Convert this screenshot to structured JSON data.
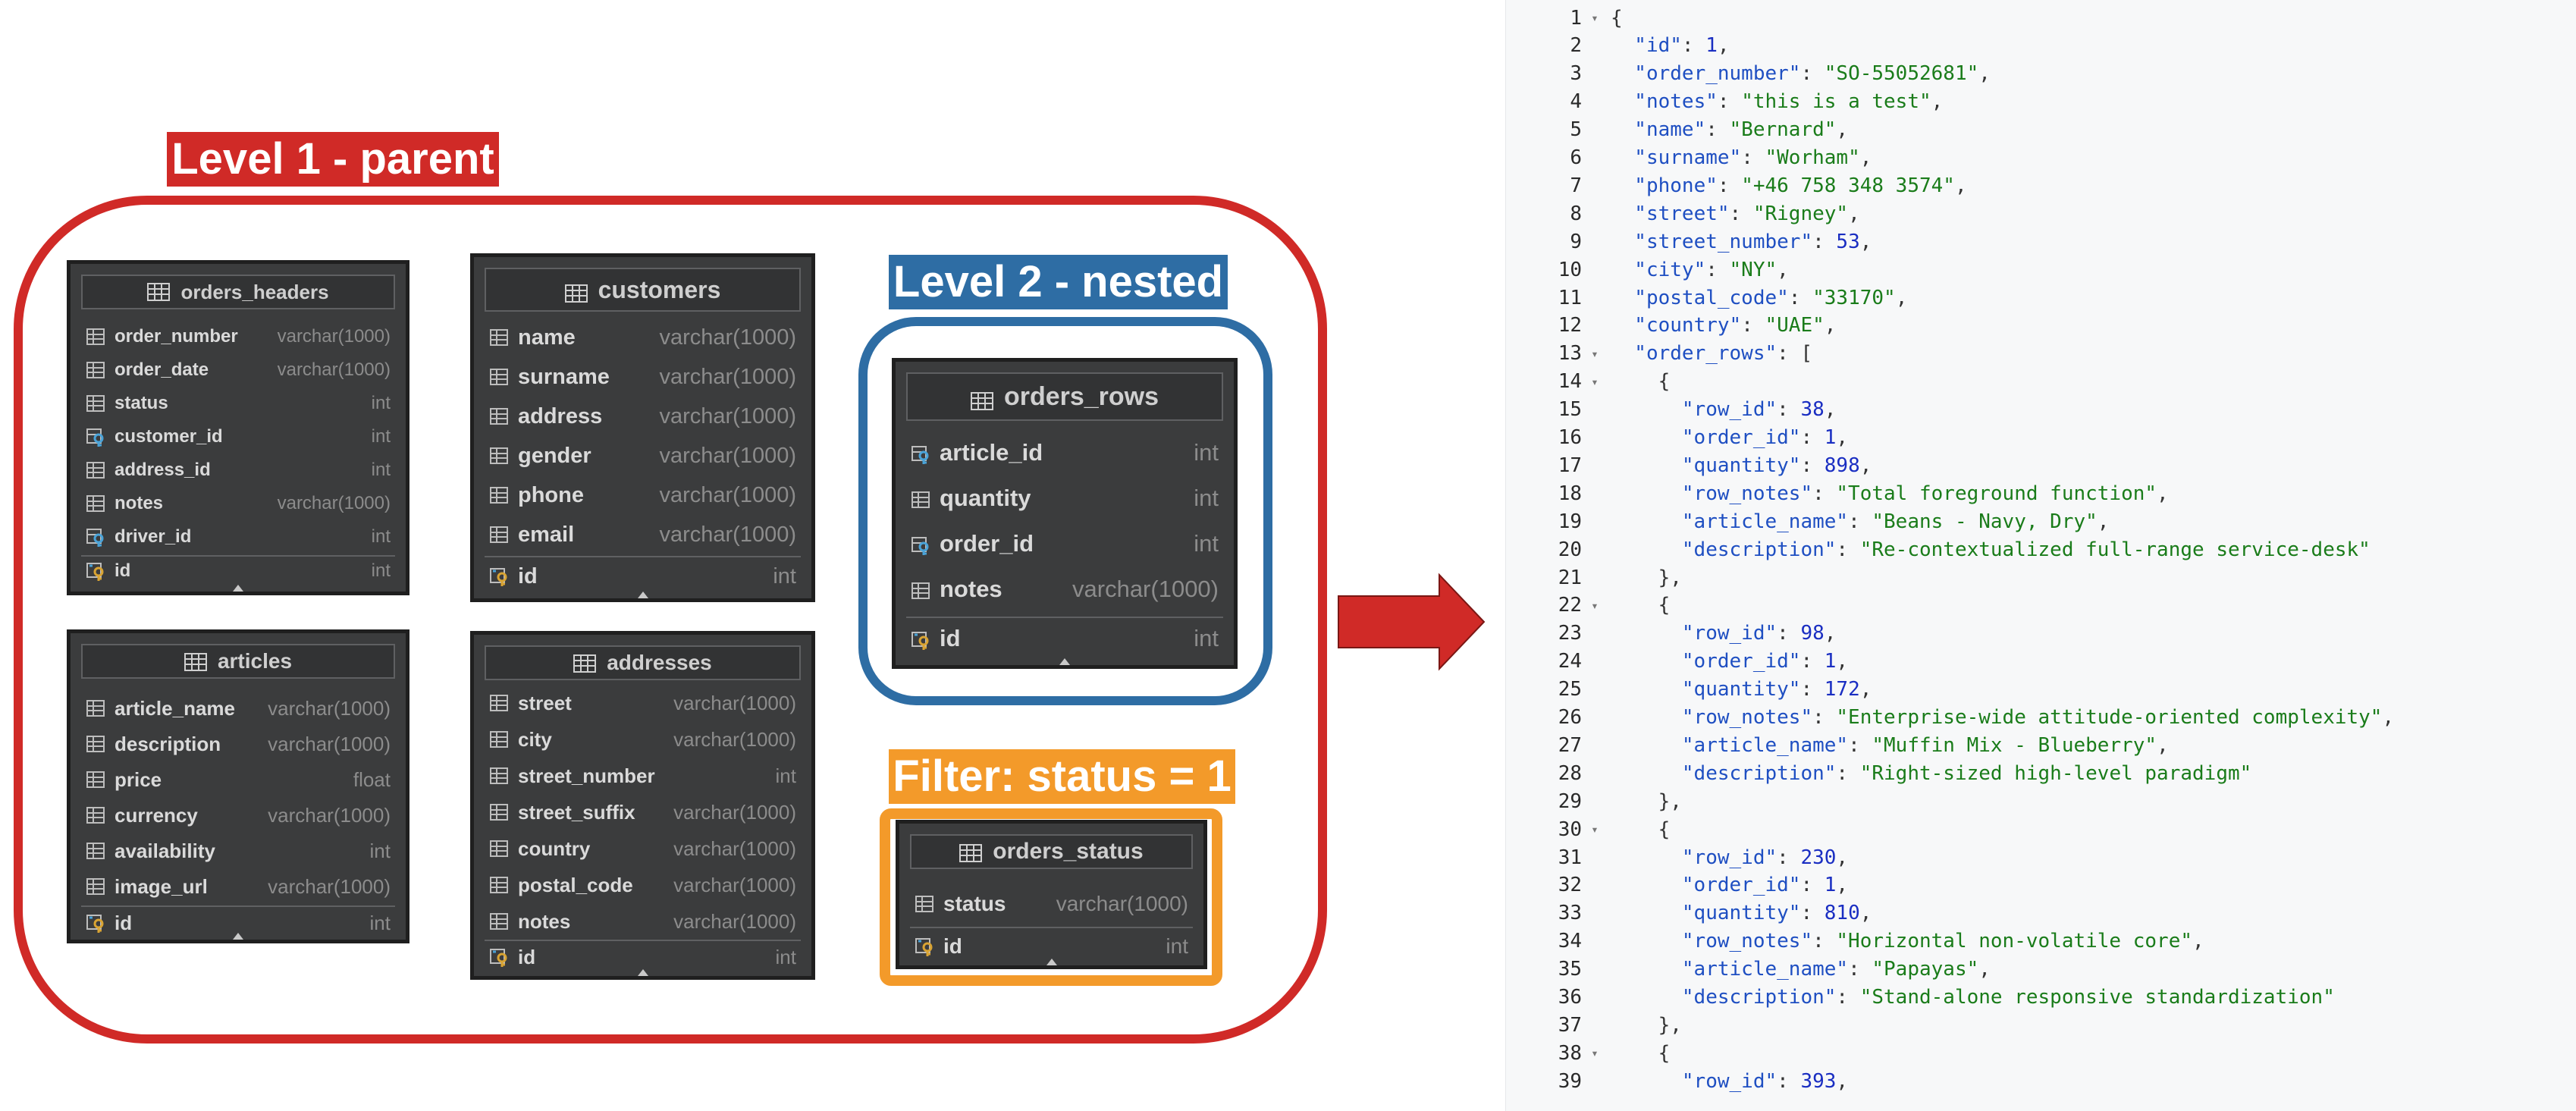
{
  "labels": {
    "level1": "Level 1 - parent",
    "level2": "Level 2 - nested",
    "filter": "Filter: status = 1"
  },
  "colors": {
    "red": "#d02a27",
    "blue": "#2e6da4",
    "orange": "#f39a2a",
    "table_bg": "#3b3c3d",
    "key_icon": "#4aa3d8",
    "key_icon_gold": "#d9a433"
  },
  "tables": [
    {
      "name": "orders_headers",
      "fields": [
        {
          "name": "order_number",
          "type": "varchar(1000)",
          "icon": "table-column-icon"
        },
        {
          "name": "order_date",
          "type": "varchar(1000)",
          "icon": "table-column-icon"
        },
        {
          "name": "status",
          "type": "int",
          "icon": "table-column-icon"
        },
        {
          "name": "customer_id",
          "type": "int",
          "icon": "foreign-key-icon"
        },
        {
          "name": "address_id",
          "type": "int",
          "icon": "table-column-icon"
        },
        {
          "name": "notes",
          "type": "varchar(1000)",
          "icon": "table-column-icon"
        },
        {
          "name": "driver_id",
          "type": "int",
          "icon": "foreign-key-icon"
        }
      ],
      "key": {
        "name": "id",
        "type": "int",
        "icon": "primary-key-icon"
      }
    },
    {
      "name": "customers",
      "fields": [
        {
          "name": "name",
          "type": "varchar(1000)",
          "icon": "table-column-icon"
        },
        {
          "name": "surname",
          "type": "varchar(1000)",
          "icon": "table-column-icon"
        },
        {
          "name": "address",
          "type": "varchar(1000)",
          "icon": "table-column-icon"
        },
        {
          "name": "gender",
          "type": "varchar(1000)",
          "icon": "table-column-icon"
        },
        {
          "name": "phone",
          "type": "varchar(1000)",
          "icon": "table-column-icon"
        },
        {
          "name": "email",
          "type": "varchar(1000)",
          "icon": "table-column-icon"
        }
      ],
      "key": {
        "name": "id",
        "type": "int",
        "icon": "primary-key-icon"
      }
    },
    {
      "name": "orders_rows",
      "fields": [
        {
          "name": "article_id",
          "type": "int",
          "icon": "foreign-key-icon"
        },
        {
          "name": "quantity",
          "type": "int",
          "icon": "table-column-icon"
        },
        {
          "name": "order_id",
          "type": "int",
          "icon": "foreign-key-icon"
        },
        {
          "name": "notes",
          "type": "varchar(1000)",
          "icon": "table-column-icon"
        }
      ],
      "key": {
        "name": "id",
        "type": "int",
        "icon": "primary-key-icon"
      }
    },
    {
      "name": "articles",
      "fields": [
        {
          "name": "article_name",
          "type": "varchar(1000)",
          "icon": "table-column-icon"
        },
        {
          "name": "description",
          "type": "varchar(1000)",
          "icon": "table-column-icon"
        },
        {
          "name": "price",
          "type": "float",
          "icon": "table-column-icon"
        },
        {
          "name": "currency",
          "type": "varchar(1000)",
          "icon": "table-column-icon"
        },
        {
          "name": "availability",
          "type": "int",
          "icon": "table-column-icon"
        },
        {
          "name": "image_url",
          "type": "varchar(1000)",
          "icon": "table-column-icon"
        }
      ],
      "key": {
        "name": "id",
        "type": "int",
        "icon": "primary-key-icon"
      }
    },
    {
      "name": "addresses",
      "fields": [
        {
          "name": "street",
          "type": "varchar(1000)",
          "icon": "table-column-icon"
        },
        {
          "name": "city",
          "type": "varchar(1000)",
          "icon": "table-column-icon"
        },
        {
          "name": "street_number",
          "type": "int",
          "icon": "table-column-icon"
        },
        {
          "name": "street_suffix",
          "type": "varchar(1000)",
          "icon": "table-column-icon"
        },
        {
          "name": "country",
          "type": "varchar(1000)",
          "icon": "table-column-icon"
        },
        {
          "name": "postal_code",
          "type": "varchar(1000)",
          "icon": "table-column-icon"
        },
        {
          "name": "notes",
          "type": "varchar(1000)",
          "icon": "table-column-icon"
        }
      ],
      "key": {
        "name": "id",
        "type": "int",
        "icon": "primary-key-icon"
      }
    },
    {
      "name": "orders_status",
      "fields": [
        {
          "name": "status",
          "type": "varchar(1000)",
          "icon": "table-column-icon"
        }
      ],
      "key": {
        "name": "id",
        "type": "int",
        "icon": "primary-key-icon"
      }
    }
  ],
  "arrow": {
    "icon": "right-arrow-icon"
  },
  "json_lines": [
    {
      "n": "1",
      "fold": true,
      "indent": 0,
      "key": "",
      "sep": "",
      "value": "{",
      "vtype": "p",
      "tail": ""
    },
    {
      "n": "2",
      "fold": false,
      "indent": 1,
      "key": "\"id\"",
      "sep": ": ",
      "value": "1",
      "vtype": "n",
      "tail": ","
    },
    {
      "n": "3",
      "fold": false,
      "indent": 1,
      "key": "\"order_number\"",
      "sep": ": ",
      "value": "\"SO-55052681\"",
      "vtype": "s",
      "tail": ","
    },
    {
      "n": "4",
      "fold": false,
      "indent": 1,
      "key": "\"notes\"",
      "sep": ": ",
      "value": "\"this is a test\"",
      "vtype": "s",
      "tail": ","
    },
    {
      "n": "5",
      "fold": false,
      "indent": 1,
      "key": "\"name\"",
      "sep": ": ",
      "value": "\"Bernard\"",
      "vtype": "s",
      "tail": ","
    },
    {
      "n": "6",
      "fold": false,
      "indent": 1,
      "key": "\"surname\"",
      "sep": ": ",
      "value": "\"Worham\"",
      "vtype": "s",
      "tail": ","
    },
    {
      "n": "7",
      "fold": false,
      "indent": 1,
      "key": "\"phone\"",
      "sep": ": ",
      "value": "\"+46 758 348 3574\"",
      "vtype": "s",
      "tail": ","
    },
    {
      "n": "8",
      "fold": false,
      "indent": 1,
      "key": "\"street\"",
      "sep": ": ",
      "value": "\"Rigney\"",
      "vtype": "s",
      "tail": ","
    },
    {
      "n": "9",
      "fold": false,
      "indent": 1,
      "key": "\"street_number\"",
      "sep": ": ",
      "value": "53",
      "vtype": "n",
      "tail": ","
    },
    {
      "n": "10",
      "fold": false,
      "indent": 1,
      "key": "\"city\"",
      "sep": ": ",
      "value": "\"NY\"",
      "vtype": "s",
      "tail": ","
    },
    {
      "n": "11",
      "fold": false,
      "indent": 1,
      "key": "\"postal_code\"",
      "sep": ": ",
      "value": "\"33170\"",
      "vtype": "s",
      "tail": ","
    },
    {
      "n": "12",
      "fold": false,
      "indent": 1,
      "key": "\"country\"",
      "sep": ": ",
      "value": "\"UAE\"",
      "vtype": "s",
      "tail": ","
    },
    {
      "n": "13",
      "fold": true,
      "indent": 1,
      "key": "\"order_rows\"",
      "sep": ": ",
      "value": "[",
      "vtype": "p",
      "tail": ""
    },
    {
      "n": "14",
      "fold": true,
      "indent": 2,
      "key": "",
      "sep": "",
      "value": "{",
      "vtype": "p",
      "tail": ""
    },
    {
      "n": "15",
      "fold": false,
      "indent": 3,
      "key": "\"row_id\"",
      "sep": ": ",
      "value": "38",
      "vtype": "n",
      "tail": ","
    },
    {
      "n": "16",
      "fold": false,
      "indent": 3,
      "key": "\"order_id\"",
      "sep": ": ",
      "value": "1",
      "vtype": "n",
      "tail": ","
    },
    {
      "n": "17",
      "fold": false,
      "indent": 3,
      "key": "\"quantity\"",
      "sep": ": ",
      "value": "898",
      "vtype": "n",
      "tail": ","
    },
    {
      "n": "18",
      "fold": false,
      "indent": 3,
      "key": "\"row_notes\"",
      "sep": ": ",
      "value": "\"Total foreground function\"",
      "vtype": "s",
      "tail": ","
    },
    {
      "n": "19",
      "fold": false,
      "indent": 3,
      "key": "\"article_name\"",
      "sep": ": ",
      "value": "\"Beans - Navy, Dry\"",
      "vtype": "s",
      "tail": ","
    },
    {
      "n": "20",
      "fold": false,
      "indent": 3,
      "key": "\"description\"",
      "sep": ": ",
      "value": "\"Re-contextualized full-range service-desk\"",
      "vtype": "s",
      "tail": ""
    },
    {
      "n": "21",
      "fold": false,
      "indent": 2,
      "key": "",
      "sep": "",
      "value": "},",
      "vtype": "p",
      "tail": ""
    },
    {
      "n": "22",
      "fold": true,
      "indent": 2,
      "key": "",
      "sep": "",
      "value": "{",
      "vtype": "p",
      "tail": ""
    },
    {
      "n": "23",
      "fold": false,
      "indent": 3,
      "key": "\"row_id\"",
      "sep": ": ",
      "value": "98",
      "vtype": "n",
      "tail": ","
    },
    {
      "n": "24",
      "fold": false,
      "indent": 3,
      "key": "\"order_id\"",
      "sep": ": ",
      "value": "1",
      "vtype": "n",
      "tail": ","
    },
    {
      "n": "25",
      "fold": false,
      "indent": 3,
      "key": "\"quantity\"",
      "sep": ": ",
      "value": "172",
      "vtype": "n",
      "tail": ","
    },
    {
      "n": "26",
      "fold": false,
      "indent": 3,
      "key": "\"row_notes\"",
      "sep": ": ",
      "value": "\"Enterprise-wide attitude-oriented complexity\"",
      "vtype": "s",
      "tail": ","
    },
    {
      "n": "27",
      "fold": false,
      "indent": 3,
      "key": "\"article_name\"",
      "sep": ": ",
      "value": "\"Muffin Mix - Blueberry\"",
      "vtype": "s",
      "tail": ","
    },
    {
      "n": "28",
      "fold": false,
      "indent": 3,
      "key": "\"description\"",
      "sep": ": ",
      "value": "\"Right-sized high-level paradigm\"",
      "vtype": "s",
      "tail": ""
    },
    {
      "n": "29",
      "fold": false,
      "indent": 2,
      "key": "",
      "sep": "",
      "value": "},",
      "vtype": "p",
      "tail": ""
    },
    {
      "n": "30",
      "fold": true,
      "indent": 2,
      "key": "",
      "sep": "",
      "value": "{",
      "vtype": "p",
      "tail": ""
    },
    {
      "n": "31",
      "fold": false,
      "indent": 3,
      "key": "\"row_id\"",
      "sep": ": ",
      "value": "230",
      "vtype": "n",
      "tail": ","
    },
    {
      "n": "32",
      "fold": false,
      "indent": 3,
      "key": "\"order_id\"",
      "sep": ": ",
      "value": "1",
      "vtype": "n",
      "tail": ","
    },
    {
      "n": "33",
      "fold": false,
      "indent": 3,
      "key": "\"quantity\"",
      "sep": ": ",
      "value": "810",
      "vtype": "n",
      "tail": ","
    },
    {
      "n": "34",
      "fold": false,
      "indent": 3,
      "key": "\"row_notes\"",
      "sep": ": ",
      "value": "\"Horizontal non-volatile core\"",
      "vtype": "s",
      "tail": ","
    },
    {
      "n": "35",
      "fold": false,
      "indent": 3,
      "key": "\"article_name\"",
      "sep": ": ",
      "value": "\"Papayas\"",
      "vtype": "s",
      "tail": ","
    },
    {
      "n": "36",
      "fold": false,
      "indent": 3,
      "key": "\"description\"",
      "sep": ": ",
      "value": "\"Stand-alone responsive standardization\"",
      "vtype": "s",
      "tail": ""
    },
    {
      "n": "37",
      "fold": false,
      "indent": 2,
      "key": "",
      "sep": "",
      "value": "},",
      "vtype": "p",
      "tail": ""
    },
    {
      "n": "38",
      "fold": true,
      "indent": 2,
      "key": "",
      "sep": "",
      "value": "{",
      "vtype": "p",
      "tail": ""
    },
    {
      "n": "39",
      "fold": false,
      "indent": 3,
      "key": "\"row_id\"",
      "sep": ": ",
      "value": "393",
      "vtype": "n",
      "tail": ","
    }
  ]
}
